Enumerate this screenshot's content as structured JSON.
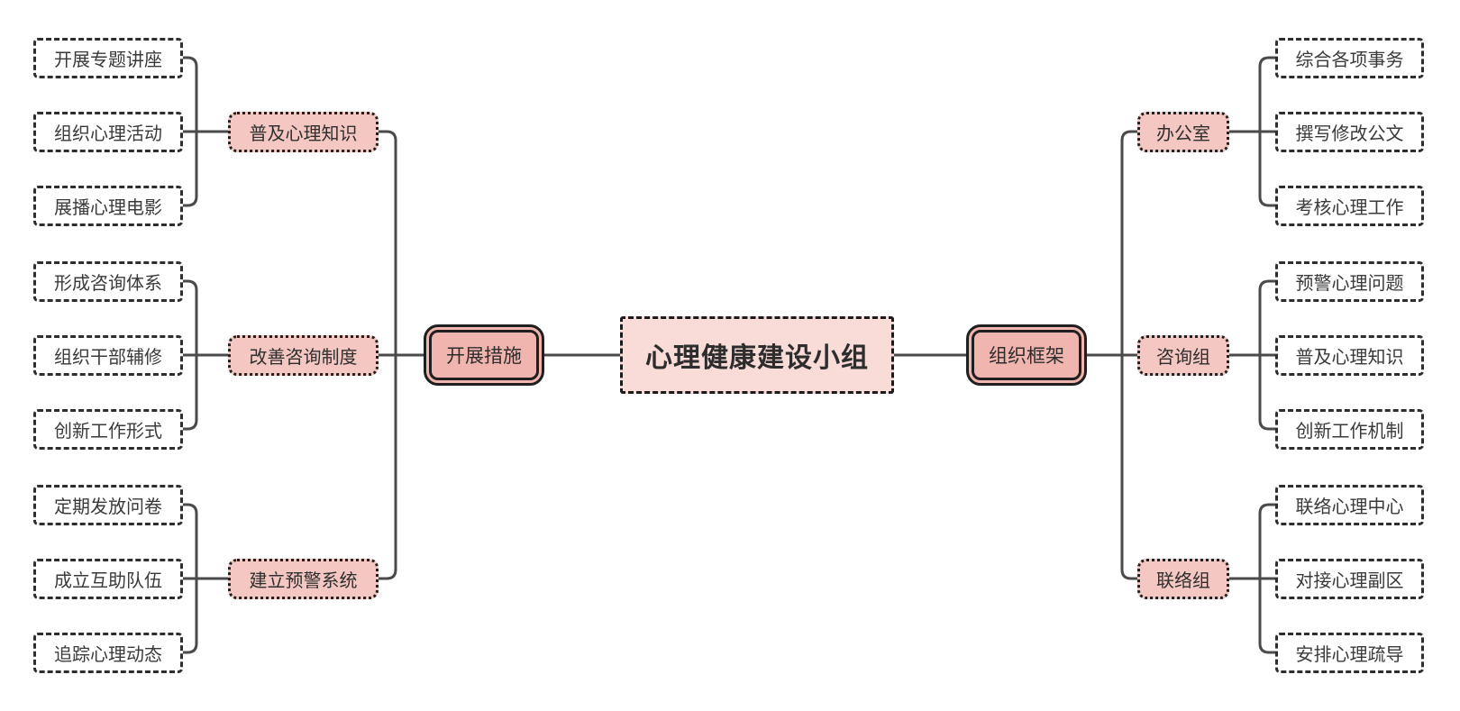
{
  "colors": {
    "root_fill": "#f9dbd8",
    "subtopic_fill": "#f4c7c2",
    "branch_fill": "#f0b5af",
    "leaf_fill": "#ffffff",
    "line": "#4a4a4a",
    "border": "#1f1f1f",
    "text": "#333333"
  },
  "mindmap": {
    "root": {
      "label": "心理健康建设小组"
    },
    "left_branch": {
      "label": "开展措施",
      "groups": [
        {
          "label": "普及心理知识",
          "leaves": [
            "开展专题讲座",
            "组织心理活动",
            "展播心理电影"
          ]
        },
        {
          "label": "改善咨询制度",
          "leaves": [
            "形成咨询体系",
            "组织干部辅修",
            "创新工作形式"
          ]
        },
        {
          "label": "建立预警系统",
          "leaves": [
            "定期发放问卷",
            "成立互助队伍",
            "追踪心理动态"
          ]
        }
      ]
    },
    "right_branch": {
      "label": "组织框架",
      "groups": [
        {
          "label": "办公室",
          "leaves": [
            "综合各项事务",
            "撰写修改公文",
            "考核心理工作"
          ]
        },
        {
          "label": "咨询组",
          "leaves": [
            "预警心理问题",
            "普及心理知识",
            "创新工作机制"
          ]
        },
        {
          "label": "联络组",
          "leaves": [
            "联络心理中心",
            "对接心理副区",
            "安排心理疏导"
          ]
        }
      ]
    }
  }
}
